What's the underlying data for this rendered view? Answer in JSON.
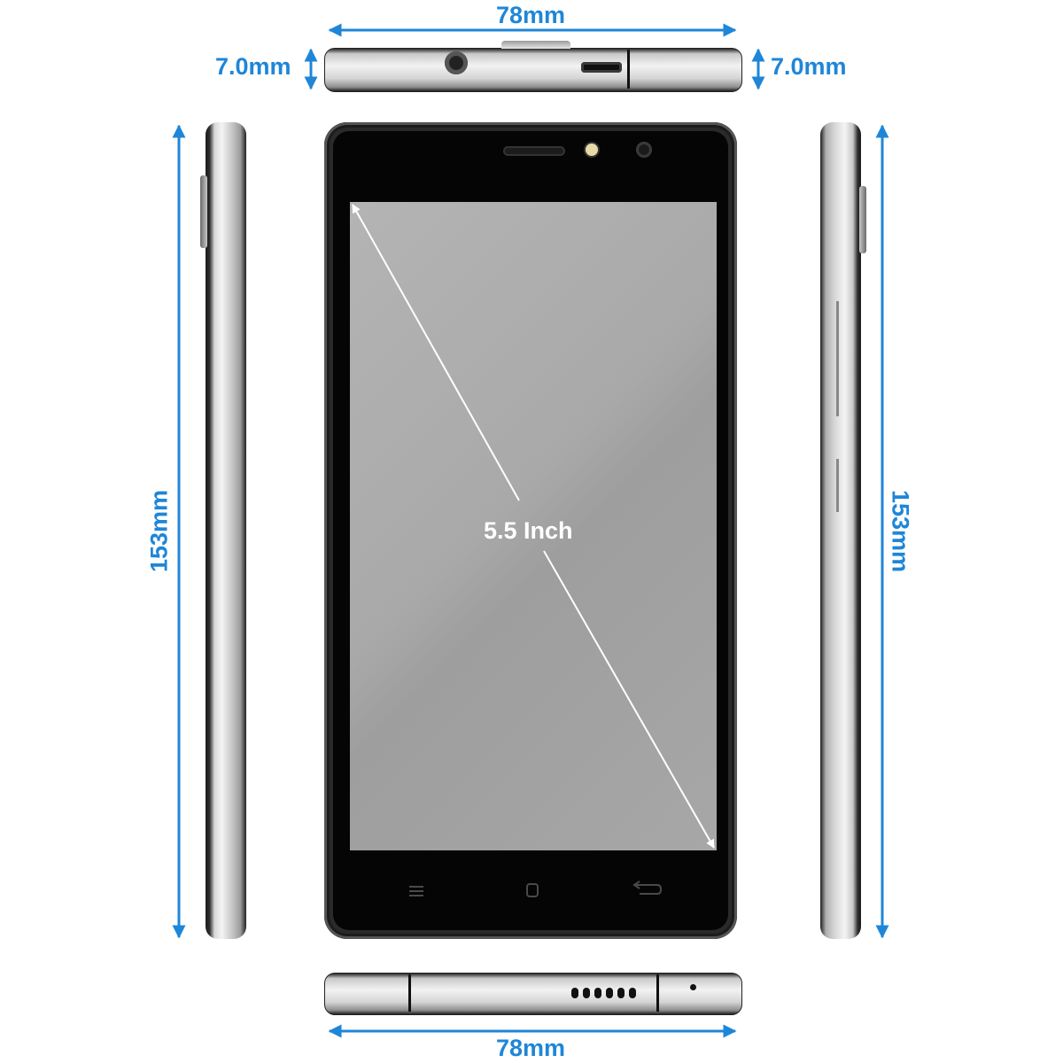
{
  "dimensions": {
    "width_top": "78mm",
    "width_bottom": "78mm",
    "thickness_left": "7.0mm",
    "thickness_right": "7.0mm",
    "height_left": "153mm",
    "height_right": "153mm"
  },
  "screen": {
    "diagonal": "5.5 Inch"
  },
  "colors": {
    "dimension_blue": "#1e86d8",
    "screen_gray": "#a8a8a8",
    "body_black": "#050505"
  },
  "icons": [
    "menu-icon",
    "home-icon",
    "back-icon",
    "earpiece-icon",
    "front-camera-icon",
    "flash-icon",
    "headphone-jack-icon",
    "usb-port-icon",
    "speaker-grille-icon",
    "microphone-icon"
  ]
}
